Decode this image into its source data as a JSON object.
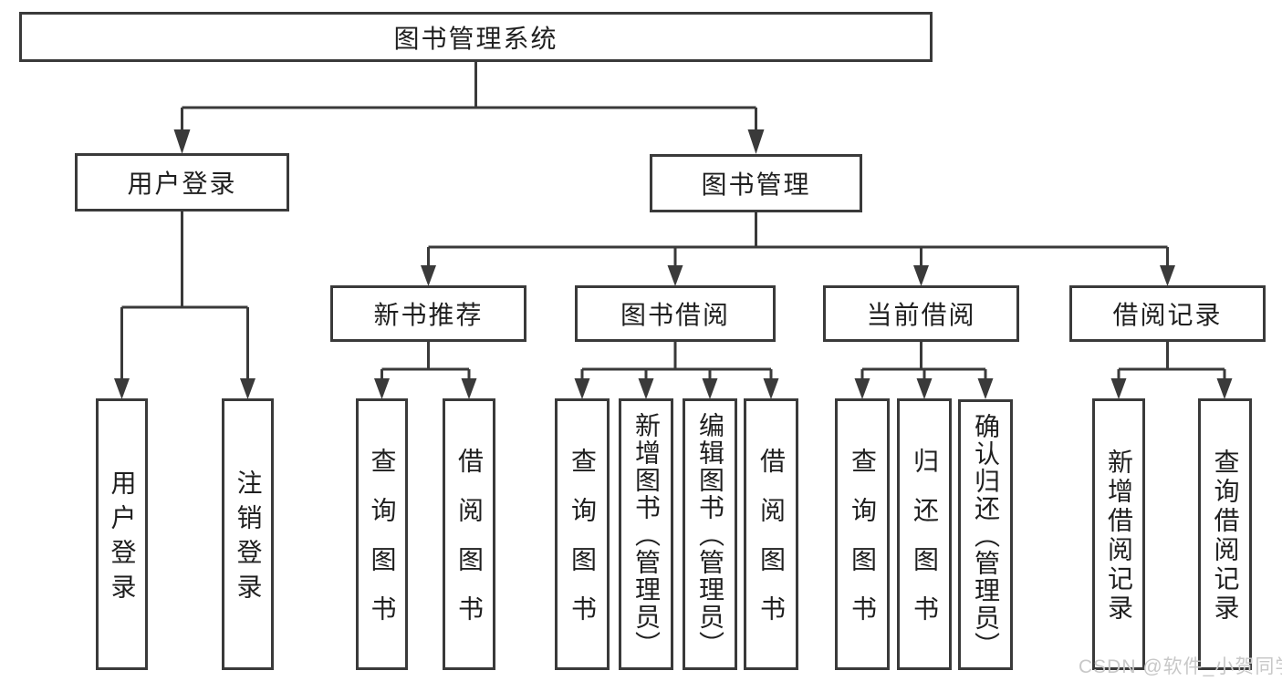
{
  "diagram_type": "hierarchy-tree",
  "root": {
    "label": "图书管理系统"
  },
  "level2": {
    "user_login": {
      "label": "用户登录"
    },
    "book_management": {
      "label": "图书管理"
    }
  },
  "level3": {
    "new_book": {
      "label": "新书推荐"
    },
    "book_borrow": {
      "label": "图书借阅"
    },
    "current_borrow": {
      "label": "当前借阅"
    },
    "borrow_records": {
      "label": "借阅记录"
    }
  },
  "leaves": {
    "user_login": [
      "用户登录",
      "注销登录"
    ],
    "new_book": [
      "查询图书",
      "借阅图书"
    ],
    "book_borrow": [
      "查询图书",
      "新增图书（管理员）",
      "编辑图书（管理员）",
      "借阅图书"
    ],
    "current_borrow": [
      "查询图书",
      "归还图书",
      "确认归还（管理员）"
    ],
    "borrow_records": [
      "新增借阅记录",
      "查询借阅记录"
    ]
  },
  "watermark": "CSDN @软件_小贺同学",
  "colors": {
    "line": "#3a3a3a",
    "text": "#1f1f1f",
    "watermark": "#c8c8c8",
    "background": "#ffffff"
  }
}
